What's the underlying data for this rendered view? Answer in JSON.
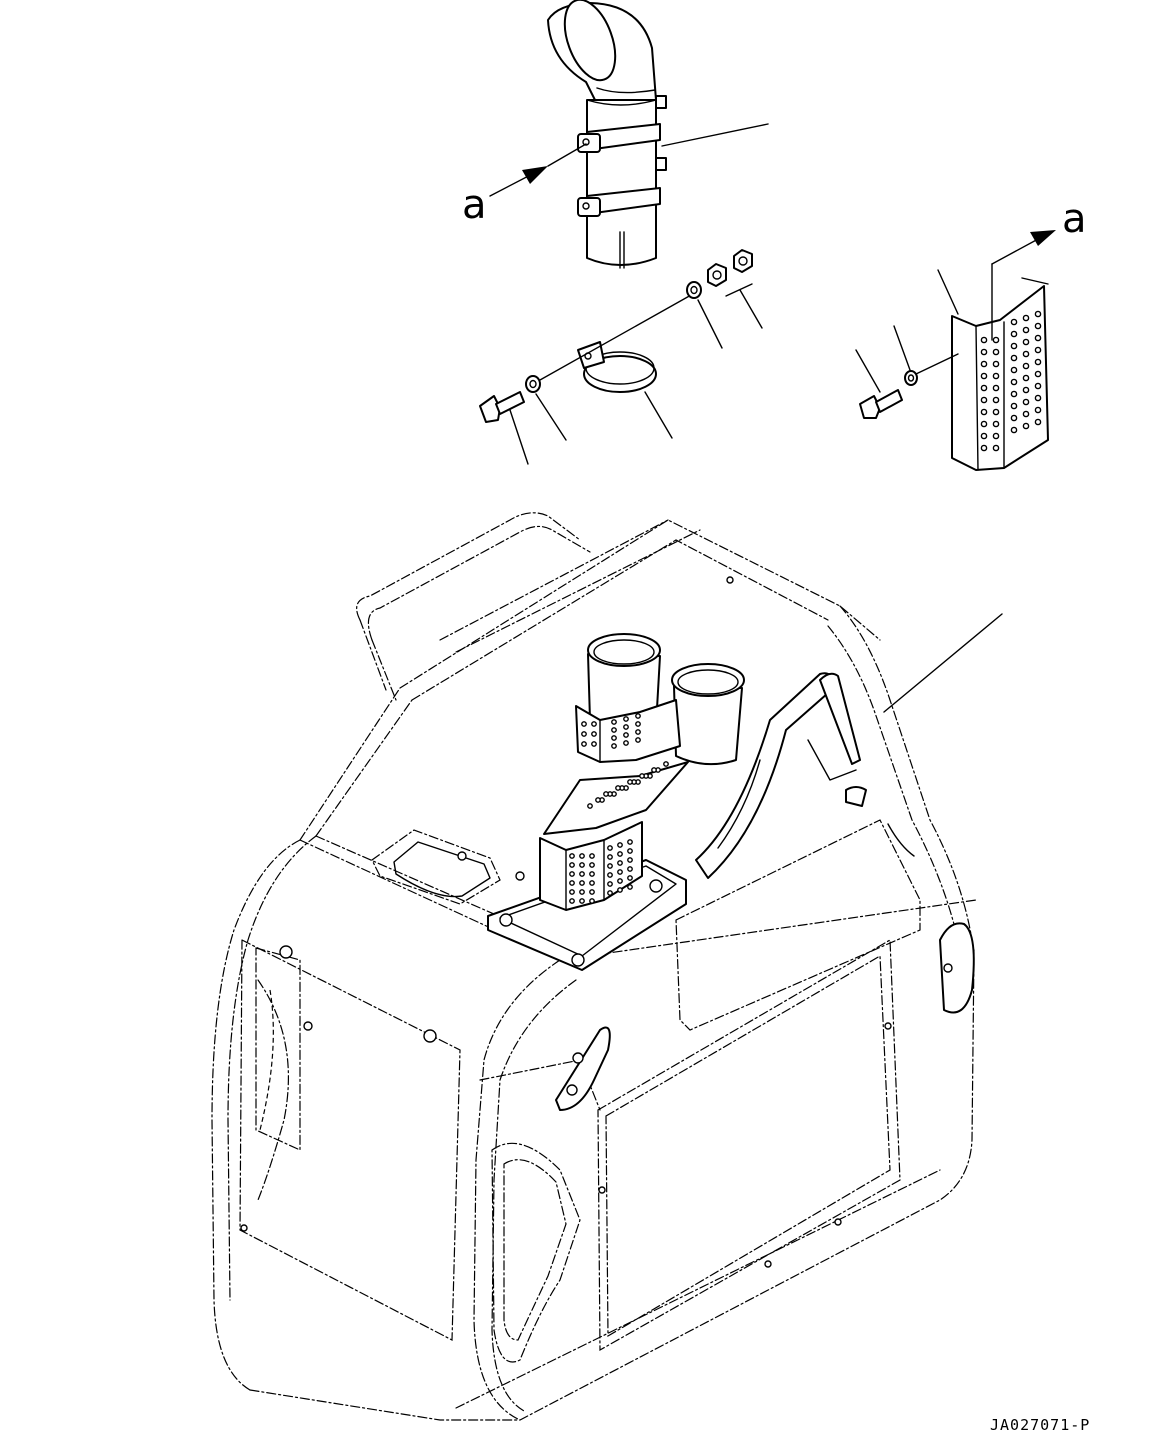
{
  "labels": {
    "view_ref_left": "a",
    "view_ref_right": "a"
  },
  "drawing_code": "JA027071-P",
  "parts": [
    {
      "name": "exhaust-tail-pipe"
    },
    {
      "name": "pipe-clamp"
    },
    {
      "name": "bolt"
    },
    {
      "name": "washer"
    },
    {
      "name": "lock-washer"
    },
    {
      "name": "nut"
    },
    {
      "name": "heat-guard"
    },
    {
      "name": "guard-bolt"
    },
    {
      "name": "guard-washer"
    },
    {
      "name": "engine-hood"
    }
  ]
}
